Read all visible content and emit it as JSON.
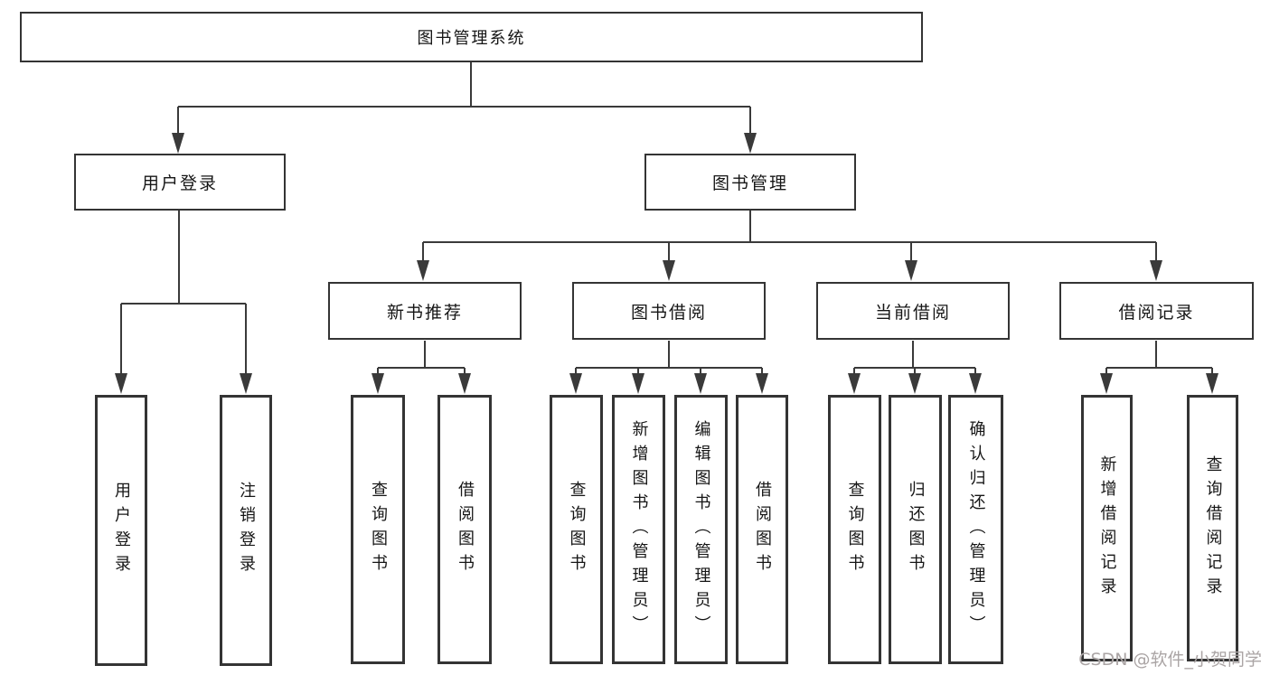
{
  "diagram": {
    "title": "图书管理系统",
    "root": {
      "label": "图书管理系统"
    },
    "level2": [
      {
        "label": "用户登录"
      },
      {
        "label": "图书管理"
      }
    ],
    "level3": [
      {
        "label": "新书推荐"
      },
      {
        "label": "图书借阅"
      },
      {
        "label": "当前借阅"
      },
      {
        "label": "借阅记录"
      }
    ],
    "leaves": {
      "user_login": [
        "用户登录",
        "注销登录"
      ],
      "new_books": [
        "查询图书",
        "借阅图书"
      ],
      "book_borrow": [
        "查询图书",
        "新增图书（管理员）",
        "编辑图书（管理员）",
        "借阅图书"
      ],
      "current_borrow": [
        "查询图书",
        "归还图书",
        "确认归还（管理员）"
      ],
      "borrow_records": [
        "新增借阅记录",
        "查询借阅记录"
      ]
    }
  },
  "watermark": {
    "text": "CSDN @软件_小贺同学"
  },
  "colors": {
    "background": "#ffffff",
    "line": "#3a3a3a",
    "box_border": "#343434",
    "text": "#161616",
    "watermark": "#aba5a5"
  }
}
